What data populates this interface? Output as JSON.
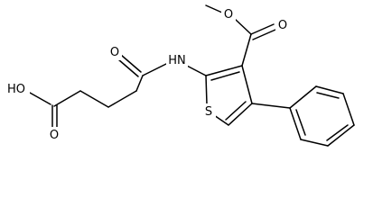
{
  "atoms": {
    "carboxylic_acid_oh": "HO",
    "acid_carbonyl_o": "O",
    "amide_carbonyl_o": "O",
    "amide_nh": "HN",
    "ester_ether_o": "O",
    "ester_carbonyl_o": "O",
    "thiophene_s": "S"
  }
}
